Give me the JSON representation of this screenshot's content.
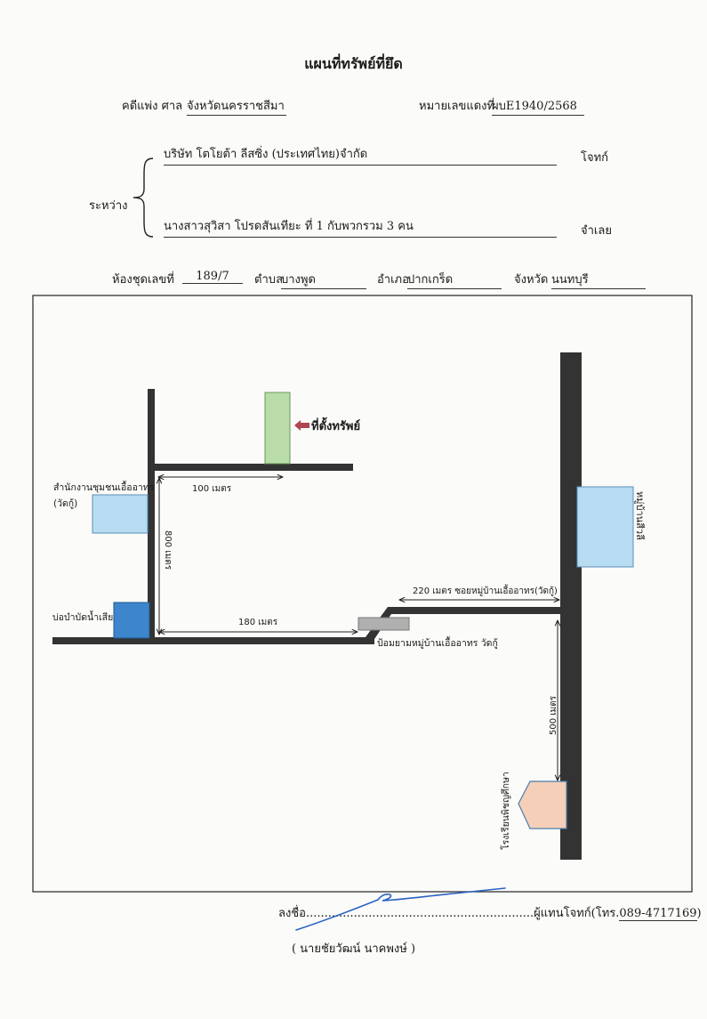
{
  "header": {
    "title": "แผนที่ทรัพย์ที่ยึด",
    "case_label": "คดีแพ่ง ศาล",
    "court": "จังหวัดนครราชสีมา",
    "red_no_label": "หมายเลขแดงที่",
    "red_no": "ผบE1940/2568",
    "between_label": "ระหว่าง",
    "plaintiff": "บริษัท โตโยต้า ลีสซิ่ง (ประเทศไทย)จำกัด",
    "plaintiff_role": "โจทก์",
    "defendant": "นางสาวสุวิสา โปรดสันเทียะ ที่ 1 กับพวกรวม 3 คน",
    "defendant_role": "จำเลย"
  },
  "location": {
    "unit_label": "ห้องชุดเลขที่",
    "unit_no": "189/7",
    "subdistrict_label": "ตำบล",
    "subdistrict": "บางพูด",
    "district_label": "อำเภอ",
    "district": "ปากเกร็ด",
    "province_label": "จังหวัด",
    "province": "นนทบุรี"
  },
  "map": {
    "property_label": "ที่ตั้งทรัพย์",
    "office_label_1": "สำนักงานชุมชนเอื้ออาทร",
    "office_label_2": "(วัดกู้)",
    "pond_label": "บ่อบำบัดน้ำเสีย",
    "village_label": "หมู่บ้านสีวลี",
    "school_label": "โรงเรียนพิชญศึกษา",
    "dist_100": "100 เมตร",
    "dist_800": "800 เมตร",
    "dist_180": "180 เมตร",
    "dist_220": "220 เมตร  ซอยหมู่บ้านเอื้ออาทร(วัดกู้)",
    "guard_label": "ป้อมยามหมู่บ้านเอื้ออาทร วัดกู้",
    "dist_500": "500 เมตร"
  },
  "signature": {
    "sign_label": "ลงชื่อ",
    "dots": "..............................................................",
    "rep_label": "ผู้แทนโจทก์(โทร.",
    "phone": "089-4717169",
    "close": ")",
    "name": "( นายชัยวัฒน์  นาคพงษ์ )"
  },
  "colors": {
    "road": "#333333",
    "property": "#b9dca8",
    "office": "#b8dcf2",
    "pond": "#3d86cc",
    "village": "#b8dcf2",
    "school": "#f6cfb8",
    "arrow_red": "#b0454f",
    "guard": "#b0b0b0"
  }
}
